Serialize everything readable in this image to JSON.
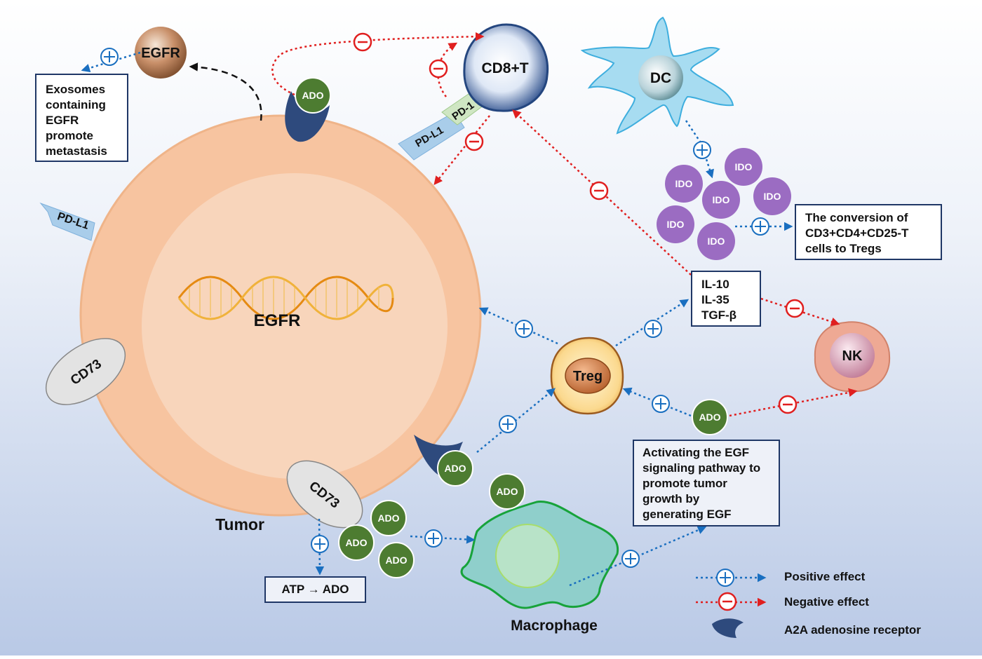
{
  "colors": {
    "positive": "#1a6fc0",
    "negative": "#e01f1f",
    "tumor": "#f7c4a0",
    "ado": "#4d7c31",
    "ido": "#9b6cc2",
    "receptor": "#1f3766",
    "background_top": "#ffffff",
    "background_bottom": "#b9c9e6"
  },
  "icons": {
    "plus": "plus-circle-icon",
    "minus": "minus-circle-icon",
    "receptor": "a2a-receptor-icon"
  },
  "cells": {
    "cd8": "CD8+T",
    "dc": "DC",
    "treg": "Treg",
    "nk": "NK",
    "macrophage": "Macrophage",
    "tumor": "Tumor",
    "egfr_gene": "EGFR",
    "egfr_exosome": "EGFR"
  },
  "markers": {
    "pdl1_top": "PD-L1",
    "pd1": "PD-1",
    "pdl1_left": "PD-L1",
    "cd73_left": "CD73",
    "cd73_bottom": "CD73"
  },
  "ado_label": "ADO",
  "ido_label": "IDO",
  "boxes": {
    "exosome": [
      "Exosomes",
      "containing",
      "EGFR",
      "promote",
      "metastasis"
    ],
    "tregs": [
      "The conversion of",
      "CD3+CD4+CD25-T",
      "cells to Tregs"
    ],
    "cytokines": [
      "IL-10",
      "IL-35",
      "TGF-β"
    ],
    "egf": [
      "Activating the EGF",
      "signaling pathway to",
      "promote tumor",
      "growth by",
      "generating EGF"
    ],
    "atp": "ATP → ADO"
  },
  "legend": {
    "positive": "Positive effect",
    "negative": "Negative effect",
    "receptor": "A2A adenosine receptor"
  }
}
